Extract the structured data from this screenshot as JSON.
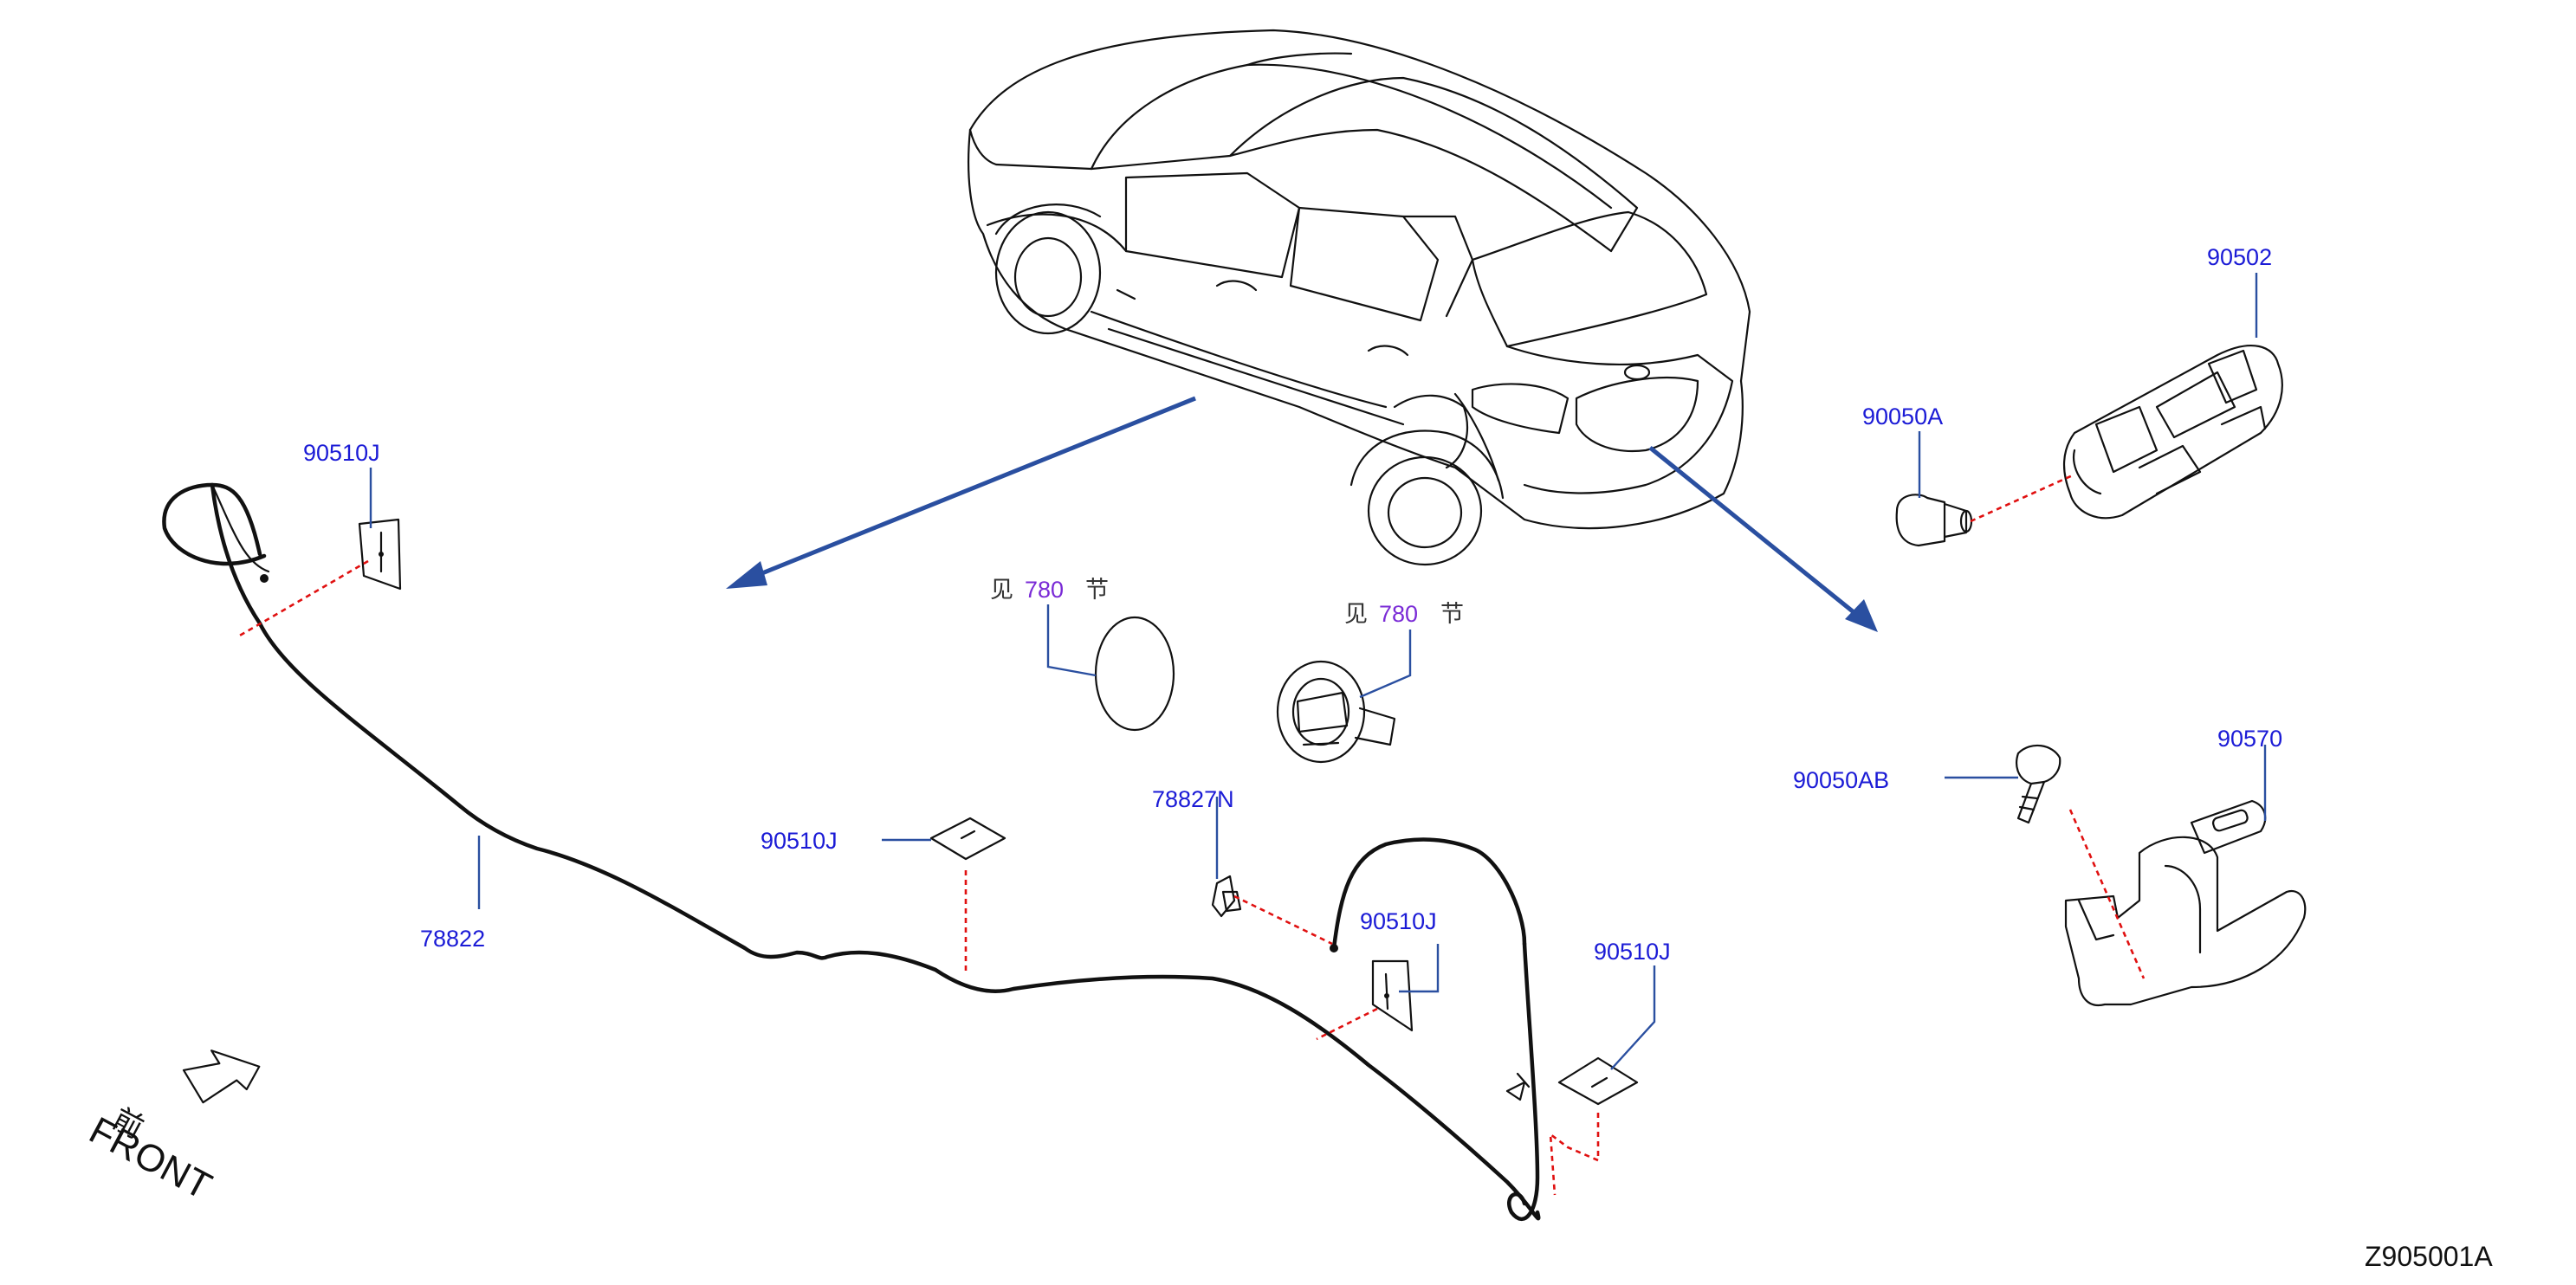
{
  "diagram_code": "Z905001A",
  "front_indicator": {
    "cn": "前",
    "en": "FRONT"
  },
  "see_section": {
    "prefix": "见",
    "number": "780",
    "suffix": "节"
  },
  "labels": {
    "p90510J_a": "90510J",
    "p78822": "78822",
    "p90510J_b": "90510J",
    "p78827N": "78827N",
    "p90510J_c": "90510J",
    "p90510J_d": "90510J",
    "p90050A": "90050A",
    "p90502": "90502",
    "p90050AB": "90050AB",
    "p90570": "90570"
  },
  "colors": {
    "part_label": "#1b1bd6",
    "section_ref": "#7a2bd6",
    "leader": "#2a4fa0",
    "dashed_link": "#e01010"
  }
}
